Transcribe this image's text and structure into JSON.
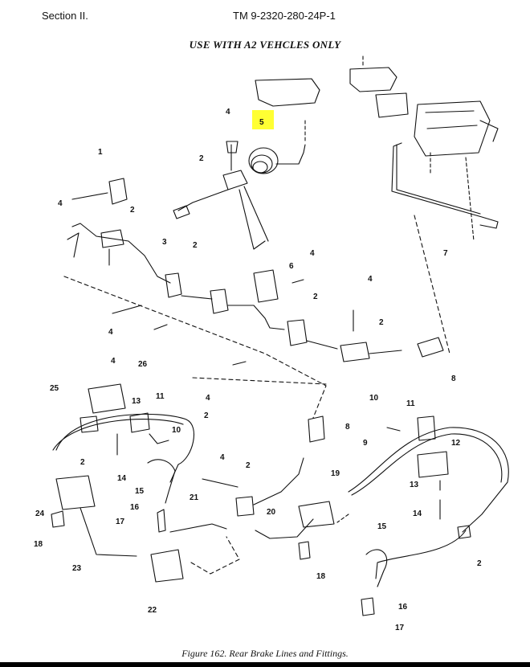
{
  "header": {
    "section": "Section II.",
    "tm_number": "TM 9-2320-280-24P-1"
  },
  "diagram": {
    "title_note": "USE WITH A2 VEHCLES ONLY",
    "caption": "Figure 162. Rear Brake Lines and Fittings.",
    "highlight_color": "#ffff33",
    "highlighted_item": "5",
    "callouts": [
      "1",
      "2",
      "2",
      "2",
      "2",
      "2",
      "2",
      "2",
      "2",
      "2",
      "3",
      "4",
      "4",
      "4",
      "4",
      "4",
      "4",
      "4",
      "4",
      "5",
      "6",
      "7",
      "8",
      "8",
      "9",
      "10",
      "10",
      "11",
      "11",
      "12",
      "13",
      "13",
      "14",
      "14",
      "15",
      "15",
      "16",
      "16",
      "17",
      "17",
      "18",
      "18",
      "19",
      "20",
      "21",
      "22",
      "23",
      "24",
      "25",
      "26"
    ]
  }
}
